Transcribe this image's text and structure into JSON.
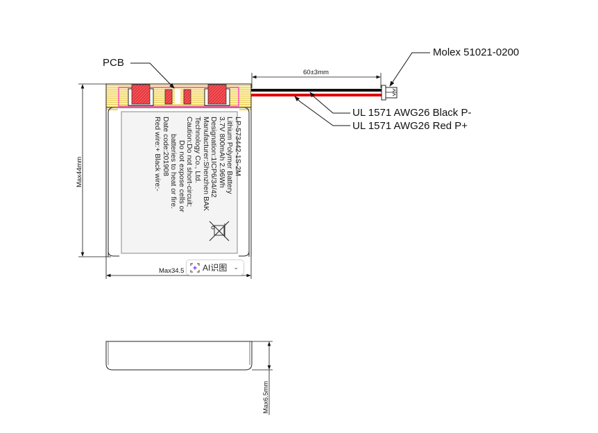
{
  "drawing": {
    "callouts": {
      "pcb": "PCB",
      "connector": "Molex 51021-0200",
      "black_wire": "UL 1571 AWG26 Black P-",
      "red_wire": "UL 1571 AWG26 Red P+"
    },
    "dimensions": {
      "wire_length": "60±3mm",
      "height": "Max44mm",
      "width": "Max34.5",
      "thickness": "Max6.5mm"
    },
    "label": {
      "lines": [
        "LP-573442-1S-2M",
        "Lithium Polymer Battery",
        "3.7V 800mAh 2.96Wh",
        "Designation:1ICP6/34/42",
        "Manufacturer:Shenzhen BAK",
        "Technology Co., Ltd.",
        "Caution:Do not short-circuit;",
        "Do not expose cells or",
        "batteries to heat or fire.",
        "Date code:201908",
        "Red wire:+ Black wire:-"
      ],
      "symbol": "crossed-out-wheelie-bin-icon"
    },
    "colors": {
      "pcb_fill": "#fce79a",
      "pcb_stripe": "#e8c94a",
      "component_red": "#e8343a",
      "pcb_outline": "#ff33cc",
      "wire_black": "#111111",
      "wire_red": "#e00000",
      "label_bg": "#f4f4f4"
    }
  },
  "overlay": {
    "ai_button_label": "AI识图",
    "ai_chevron": "⌄"
  }
}
